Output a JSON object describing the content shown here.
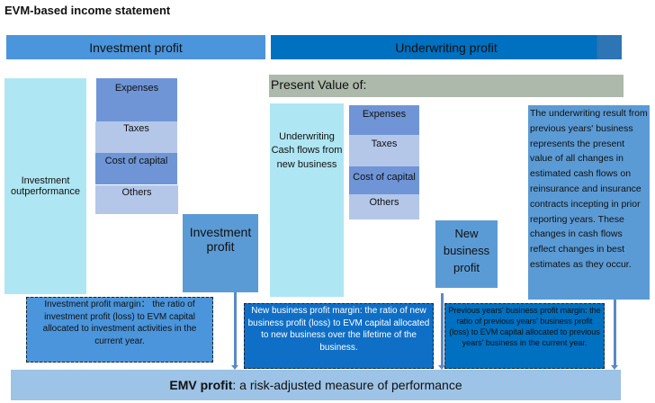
{
  "title": "EVM-based income statement",
  "investment": {
    "header": "Investment profit",
    "outperformance": "Investment outperformance",
    "expenses": "Expenses",
    "taxes": "Taxes",
    "cost_of_capital": "Cost of capital",
    "others": "Others",
    "result": "Investment profit",
    "margin": "Investment profit margin： the ratio of investment profit (loss) to EVM capital allocated to investment activities in the current year."
  },
  "underwriting": {
    "header": "Underwriting profit",
    "present_value": "Present Value of:",
    "cash_flows": "Underwriting Cash flows from new business",
    "expenses": "Expenses",
    "taxes": "Taxes",
    "cost_of_capital": "Cost of capital",
    "others": "Others",
    "result": "New business profit",
    "previous_years": "The underwriting result from previous years' business represents the present value of all changes in estimated cash flows on reinsurance and insurance contracts incepting in prior reporting years. These changes in cash flows reflect changes in best estimates as they occur.",
    "new_margin": "New business profit margin: the ratio of new business profit (loss) to EVM capital allocated to new business over the lifetime of the business.",
    "previous_margin": "Previous years' business profit margin: the ratio of previous years' business profit (loss) to EVM capital allocated to previous years' business in the current year."
  },
  "emv": {
    "bold": "EMV profit",
    "rest": ": a risk-adjusted measure of performance"
  }
}
